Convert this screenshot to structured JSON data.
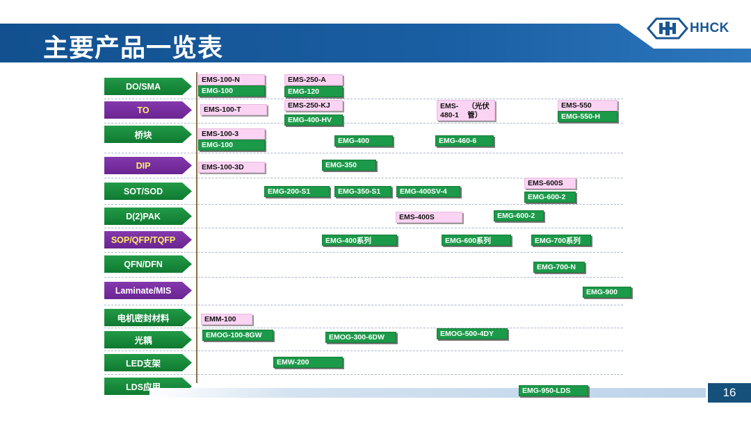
{
  "header": {
    "title": "主要产品一览表"
  },
  "logo": {
    "text": "HHCK"
  },
  "page_number": "16",
  "categories": [
    "DO/SMA",
    "TO",
    "桥块",
    "DIP",
    "SOT/SOD",
    "D(2)PAK",
    "SOP/QFP/TQFP",
    "QFN/DFN",
    "Laminate/MIS",
    "电机密封材料",
    "光耦",
    "LED支架",
    "LDS应用"
  ],
  "products": {
    "do_sma": [
      "EMS-100-N",
      "EMG-100",
      "EMS-250-A",
      "EMG-120"
    ],
    "to": [
      "EMS-100-T",
      "EMS-250-KJ",
      "EMG-400-HV",
      "EMS-480-1",
      "（光伏管）",
      "EMS-550",
      "EMG-550-H"
    ],
    "qiaokuai": [
      "EMS-100-3",
      "EMG-100",
      "EMG-400",
      "EMG-460-6"
    ],
    "dip": [
      "EMS-100-3D",
      "EMG-350"
    ],
    "sot_sod": [
      "EMG-200-S1",
      "EMG-350-S1",
      "EMG-400SV-4",
      "EMS-600S",
      "EMG-600-2"
    ],
    "d2pak": [
      "EMS-400S",
      "EMG-600-2"
    ],
    "sop_qfp": [
      "EMG-400系列",
      "EMG-600系列",
      "EMG-700系列"
    ],
    "qfn_dfn": [
      "EMG-700-N"
    ],
    "laminate": [
      "EMG-900"
    ],
    "motor": [
      "EMM-100"
    ],
    "optocoupler": [
      "EMOG-100-8GW",
      "EMOG-300-6DW",
      "EMOG-500-4DY"
    ],
    "led": [
      "EMW-200"
    ],
    "lds": [
      "EMG-950-LDS"
    ]
  }
}
